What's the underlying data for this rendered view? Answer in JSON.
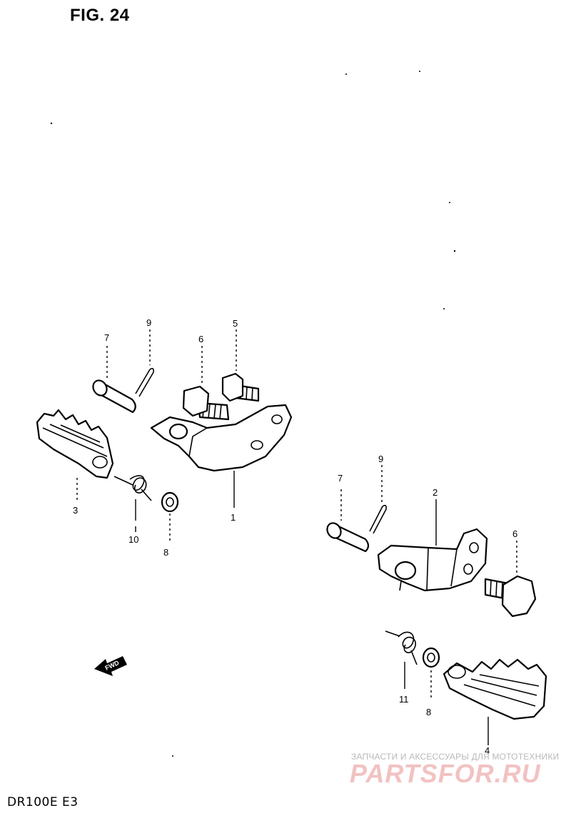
{
  "figure": {
    "title": "FIG. 24"
  },
  "footer": {
    "model": "DR100E  E3"
  },
  "watermark": {
    "caption": "ЗАПЧАСТИ И АКСЕССУАРЫ ДЛЯ МОТОТЕХНИКИ",
    "logo": "PARTSFOR.RU"
  },
  "fwd_arrow": {
    "label": "FWD"
  },
  "callouts": {
    "left_pin": "7",
    "left_cotter": "9",
    "left_bolt_small": "6",
    "left_bolt_top": "5",
    "left_footrest": "3",
    "left_spring": "10",
    "left_washer": "8",
    "left_bracket": "1",
    "right_pin": "7",
    "right_cotter": "9",
    "right_bracket": "2",
    "right_bolt": "6",
    "right_spring": "11",
    "right_washer": "8",
    "right_footrest": "4"
  }
}
